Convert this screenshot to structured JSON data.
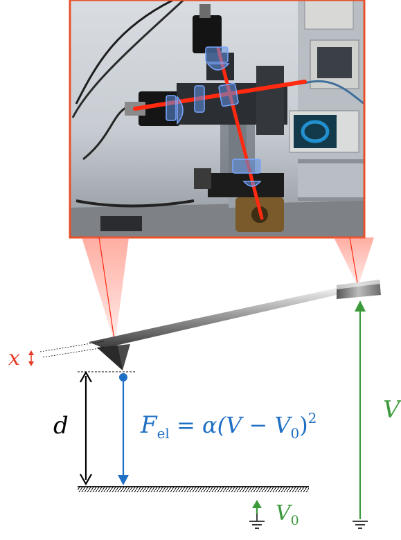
{
  "colors": {
    "laser": "#ff3a1a",
    "force": "#1f6fc4",
    "voltage": "#3c9a3c",
    "ink": "#000000",
    "frame": "#e8502a"
  },
  "photo": {
    "depicts": "laser-optics-setup-photo"
  },
  "labels": {
    "x": "x",
    "d": "d",
    "force_F": "F",
    "force_sub": "el",
    "force_rhs": " = α(V − V",
    "force_rhs_sub": "0",
    "force_rhs_end": ")",
    "force_exp": "2",
    "V": "V",
    "V0_main": "V",
    "V0_sub": "0"
  }
}
